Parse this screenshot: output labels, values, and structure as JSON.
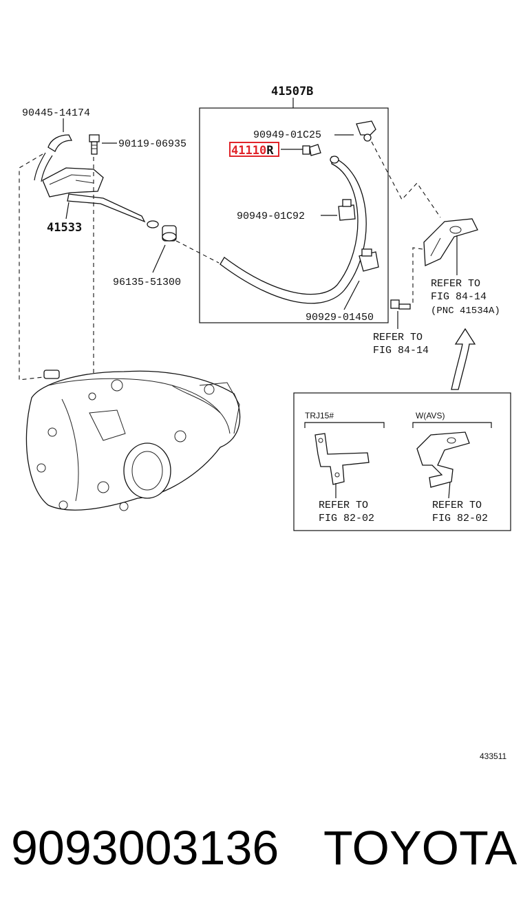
{
  "diagram": {
    "group_label": "41507B",
    "parts": {
      "p90445": "90445-14174",
      "p90119": "90119-06935",
      "p41533": "41533",
      "p96135": "96135-51300",
      "p90949a": "90949-01C25",
      "p41110": "41110",
      "p41110_suffix": "R",
      "p90949b": "90949-01C92",
      "p90929": "90929-01450"
    },
    "refer_right": {
      "line1": "REFER TO",
      "line2": "FIG 84-14",
      "line3": "(PNC 41534A)"
    },
    "refer_mid": {
      "line1": "REFER TO",
      "line2": "FIG 84-14"
    },
    "inset": {
      "left_label": "TRJ15#",
      "left_refer1": "REFER TO",
      "left_refer2": "FIG 82-02",
      "right_label": "W(AVS)",
      "right_refer1": "REFER TO",
      "right_refer2": "FIG 82-02"
    },
    "figure_number": "433511",
    "highlight_color": "#e0242a"
  },
  "footer": {
    "part_number": "9093003136",
    "brand": "TOYOTA"
  }
}
